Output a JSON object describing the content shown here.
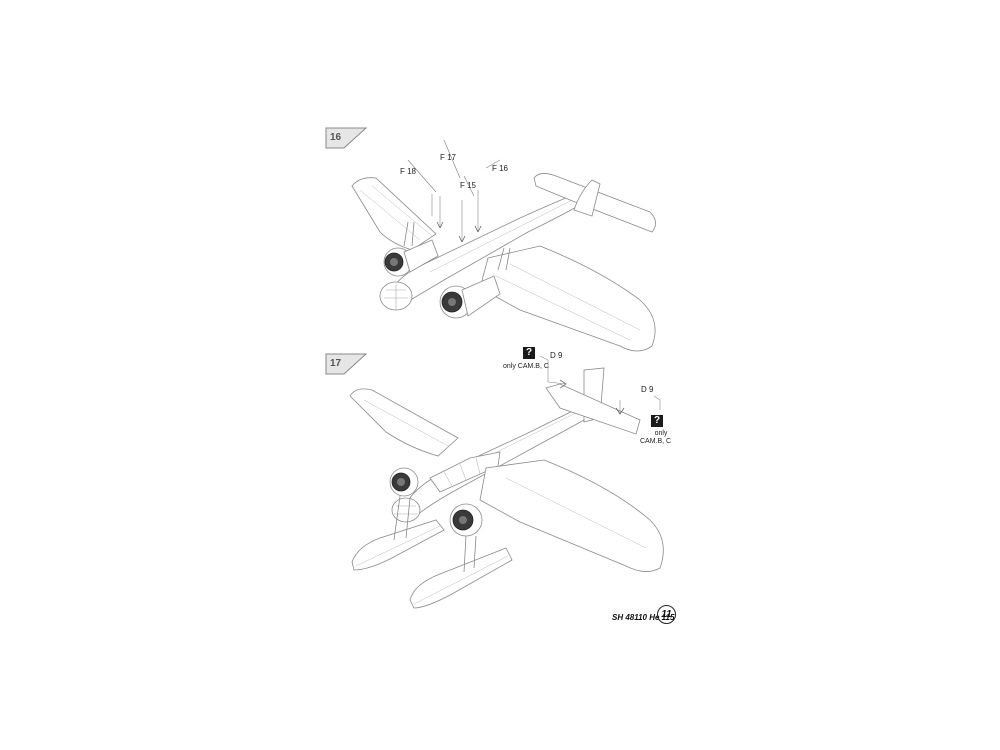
{
  "steps": [
    {
      "number": "16",
      "parts": {
        "f18": "F 18",
        "f17": "F 17",
        "f15": "F 15",
        "f16": "F 16"
      }
    },
    {
      "number": "17",
      "parts": {
        "d9_upper": "D 9",
        "d9_lower": "D 9"
      },
      "notes": {
        "upper_symbol": "?",
        "upper_text": "only CAM.B, C",
        "lower_symbol": "?",
        "lower_text_line1": "only",
        "lower_text_line2": "CAM.B, C"
      }
    }
  ],
  "footer": {
    "code": "SH 48110 He 115",
    "page": "11"
  },
  "colors": {
    "line": "#8a8a8a",
    "ink": "#222222",
    "panel": "#e6e6e6"
  }
}
